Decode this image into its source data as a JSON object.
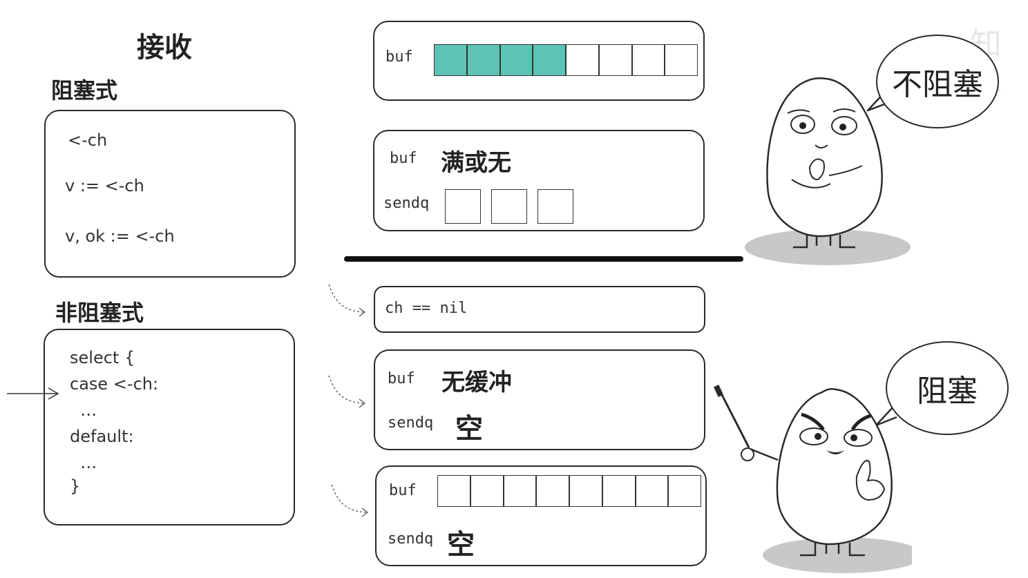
{
  "left": {
    "heading": "接收",
    "blocking_label": "阻塞式",
    "blocking_code": [
      "<-ch",
      "v := <-ch",
      "v, ok := <-ch"
    ],
    "nonblocking_label": "非阻塞式",
    "nonblocking_code": [
      "select {",
      "case <-ch:",
      "  …",
      "default:",
      "  …",
      "}"
    ]
  },
  "middle": {
    "box1": {
      "buf_label": "buf",
      "cells_total": 8,
      "cells_filled": 4
    },
    "box2": {
      "buf_label": "buf",
      "buf_text": "满或无",
      "sendq_label": "sendq",
      "sendq_cells": 3
    },
    "box3": {
      "text": "ch == nil"
    },
    "box4": {
      "buf_label": "buf",
      "buf_text": "无缓冲",
      "sendq_label": "sendq",
      "sendq_text": "空"
    },
    "box5": {
      "buf_label": "buf",
      "cells_total": 8,
      "cells_filled": 0,
      "sendq_label": "sendq",
      "sendq_text": "空"
    }
  },
  "right": {
    "bubble_top": "不阻塞",
    "bubble_bottom": "阻塞",
    "watermark": "知乎"
  },
  "colors": {
    "filled": "#5bc4b4",
    "ink": "#2a2a2a",
    "shadow": "#c8c8c8"
  }
}
